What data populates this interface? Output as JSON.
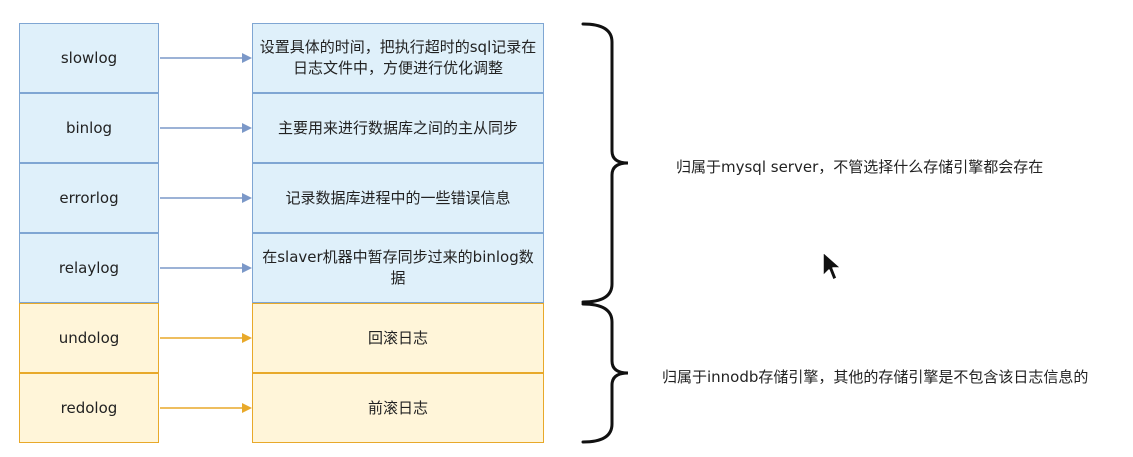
{
  "colors": {
    "blue_fill": "#dff0fa",
    "blue_border": "#7fa6d3",
    "blue_arrow": "#7b98c8",
    "orange_fill": "#fff5d9",
    "orange_border": "#e8a92a",
    "orange_arrow": "#e8a92a",
    "brace": "#111111"
  },
  "logs": [
    {
      "name": "slowlog",
      "desc": "设置具体的时间，把执行超时的sql记录在日志文件中，方便进行优化调整",
      "group": "server"
    },
    {
      "name": "binlog",
      "desc": "主要用来进行数据库之间的主从同步",
      "group": "server"
    },
    {
      "name": "errorlog",
      "desc": "记录数据库进程中的一些错误信息",
      "group": "server"
    },
    {
      "name": "relaylog",
      "desc": "在slaver机器中暂存同步过来的binlog数据",
      "group": "server"
    },
    {
      "name": "undolog",
      "desc": "回滚日志",
      "group": "innodb"
    },
    {
      "name": "redolog",
      "desc": "前滚日志",
      "group": "innodb"
    }
  ],
  "annotations": {
    "server": "归属于mysql server，不管选择什么存储引擎都会存在",
    "innodb": "归属于innodb存储引擎，其他的存储引擎是不包含该日志信息的"
  },
  "icons": {
    "cursor": "mouse-pointer-icon"
  }
}
